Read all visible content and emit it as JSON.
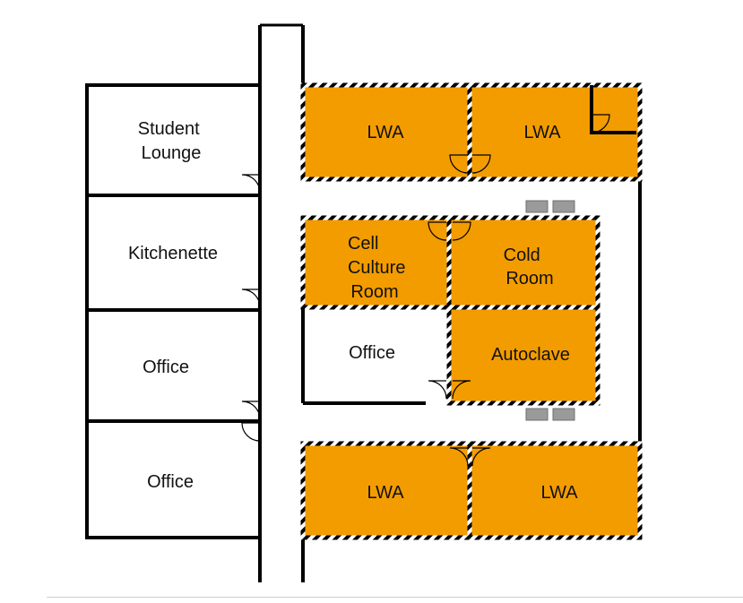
{
  "colors": {
    "lab_fill": "#F39C00",
    "wall": "#000000",
    "hatch_light": "#ffffff",
    "equipment": "#9a9a9a"
  },
  "rooms": {
    "student_lounge": {
      "lines": [
        "Student",
        "Lounge"
      ]
    },
    "kitchenette": {
      "lines": [
        "Kitchenette"
      ]
    },
    "office_left_1": {
      "lines": [
        "Office"
      ]
    },
    "office_left_2": {
      "lines": [
        "Office"
      ]
    },
    "lwa_top_left": {
      "lines": [
        "LWA"
      ]
    },
    "lwa_top_right": {
      "lines": [
        "LWA"
      ]
    },
    "cell_culture": {
      "lines": [
        "Cell",
        "Culture",
        "Room"
      ]
    },
    "cold_room": {
      "lines": [
        "Cold",
        "Room"
      ]
    },
    "office_center": {
      "lines": [
        "Office"
      ]
    },
    "autoclave": {
      "lines": [
        "Autoclave"
      ]
    },
    "lwa_bottom_left": {
      "lines": [
        "LWA"
      ]
    },
    "lwa_bottom_right": {
      "lines": [
        "LWA"
      ]
    }
  },
  "icons": [
    "door-swing-icon",
    "equipment-unit-icon"
  ]
}
